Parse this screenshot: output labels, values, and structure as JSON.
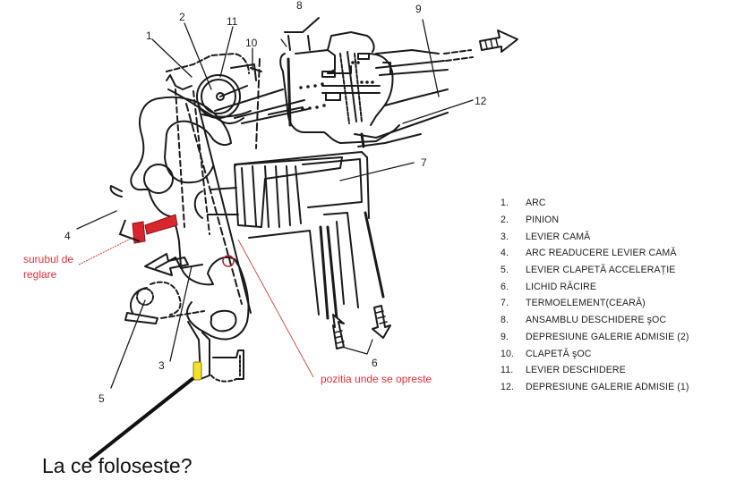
{
  "diagram": {
    "callout_numbers": [
      "1",
      "2",
      "3",
      "4",
      "5",
      "6",
      "7",
      "8",
      "9",
      "10",
      "11",
      "12"
    ],
    "legend": [
      {
        "num": "1.",
        "label": "ARC"
      },
      {
        "num": "2.",
        "label": "PINION"
      },
      {
        "num": "3.",
        "label": "LEVIER CAMĂ"
      },
      {
        "num": "4.",
        "label": "ARC READUCERE LEVIER CAMĂ"
      },
      {
        "num": "5.",
        "label": "LEVIER CLAPETĂ ACCELERAȚIE"
      },
      {
        "num": "6.",
        "label": "LICHID RĂCIRE"
      },
      {
        "num": "7.",
        "label": "TERMOELEMENT(CEARĂ)"
      },
      {
        "num": "8.",
        "label": "ANSAMBLU DESCHIDERE şOC"
      },
      {
        "num": "9.",
        "label": "DEPRESIUNE GALERIE ADMISIE (2)"
      },
      {
        "num": "10.",
        "label": "CLAPETĂ şOC"
      },
      {
        "num": "11.",
        "label": "LEVIER DESCHIDERE"
      },
      {
        "num": "12.",
        "label": "DEPRESIUNE GALERIE ADMISIE (1)"
      }
    ],
    "annotations": {
      "screw_line1": "surubul de",
      "screw_line2": "reglare",
      "stop_position": "pozitia unde se  opreste",
      "question": "La ce foloseste?"
    },
    "colors": {
      "ink": "#1a1a1a",
      "annotation_red": "#e0303a",
      "screw_fill": "#d9262c",
      "highlight_yellow": "#f2e12a"
    }
  }
}
